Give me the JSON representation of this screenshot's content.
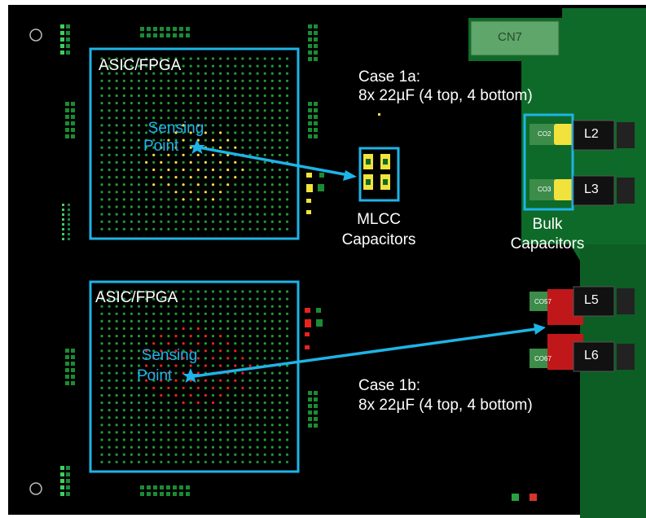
{
  "asic_top": {
    "label": "ASIC/FPGA",
    "sensing": [
      "Sensing",
      "Point"
    ]
  },
  "asic_bottom": {
    "label": "ASIC/FPGA",
    "sensing": [
      "Sensing",
      "Point"
    ]
  },
  "case_1a": {
    "title": "Case 1a:",
    "detail": "8x 22µF (4 top, 4 bottom)"
  },
  "case_1b": {
    "title": "Case 1b:",
    "detail": "8x 22µF (4 top, 4 bottom)"
  },
  "mlcc": {
    "line1": "MLCC",
    "line2": "Capacitors"
  },
  "bulk": {
    "line1": "Bulk",
    "line2": "Capacitors"
  },
  "connector": {
    "ref": "CN7"
  },
  "inductors": [
    "L2",
    "L3",
    "L5",
    "L6"
  ],
  "bulk_caps": [
    "CO2",
    "CO3",
    "CO57",
    "CO67"
  ],
  "colors": {
    "board": "#000000",
    "highlight": "#1eb4e6",
    "pad_green": "#1e9a3a",
    "pad_yellow": "#f2e23c",
    "pad_red": "#e8231e",
    "copper": "#0e6a28"
  }
}
